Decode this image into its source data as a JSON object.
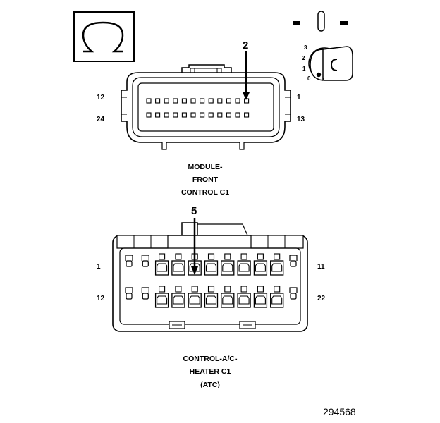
{
  "symbol": {
    "icon": "ohm-icon",
    "glyph": "Ω"
  },
  "ignition_key": {
    "icon": "ignition-key-icon",
    "positions": [
      "3",
      "2",
      "1",
      "0"
    ]
  },
  "connector_c1_front": {
    "callout": "2",
    "pins": {
      "top_left": "12",
      "bottom_left": "24",
      "top_right": "1",
      "bottom_right": "13"
    },
    "caption": {
      "line1": "MODULE-",
      "line2": "FRONT",
      "line3": "CONTROL C1"
    }
  },
  "connector_c1_hvac": {
    "callout": "5",
    "pins": {
      "top_left": "1",
      "bottom_left": "12",
      "top_right": "11",
      "bottom_right": "22"
    },
    "caption": {
      "line1": "CONTROL-A/C-",
      "line2": "HEATER C1",
      "line3": "(ATC)"
    }
  },
  "figure_number": "294568"
}
